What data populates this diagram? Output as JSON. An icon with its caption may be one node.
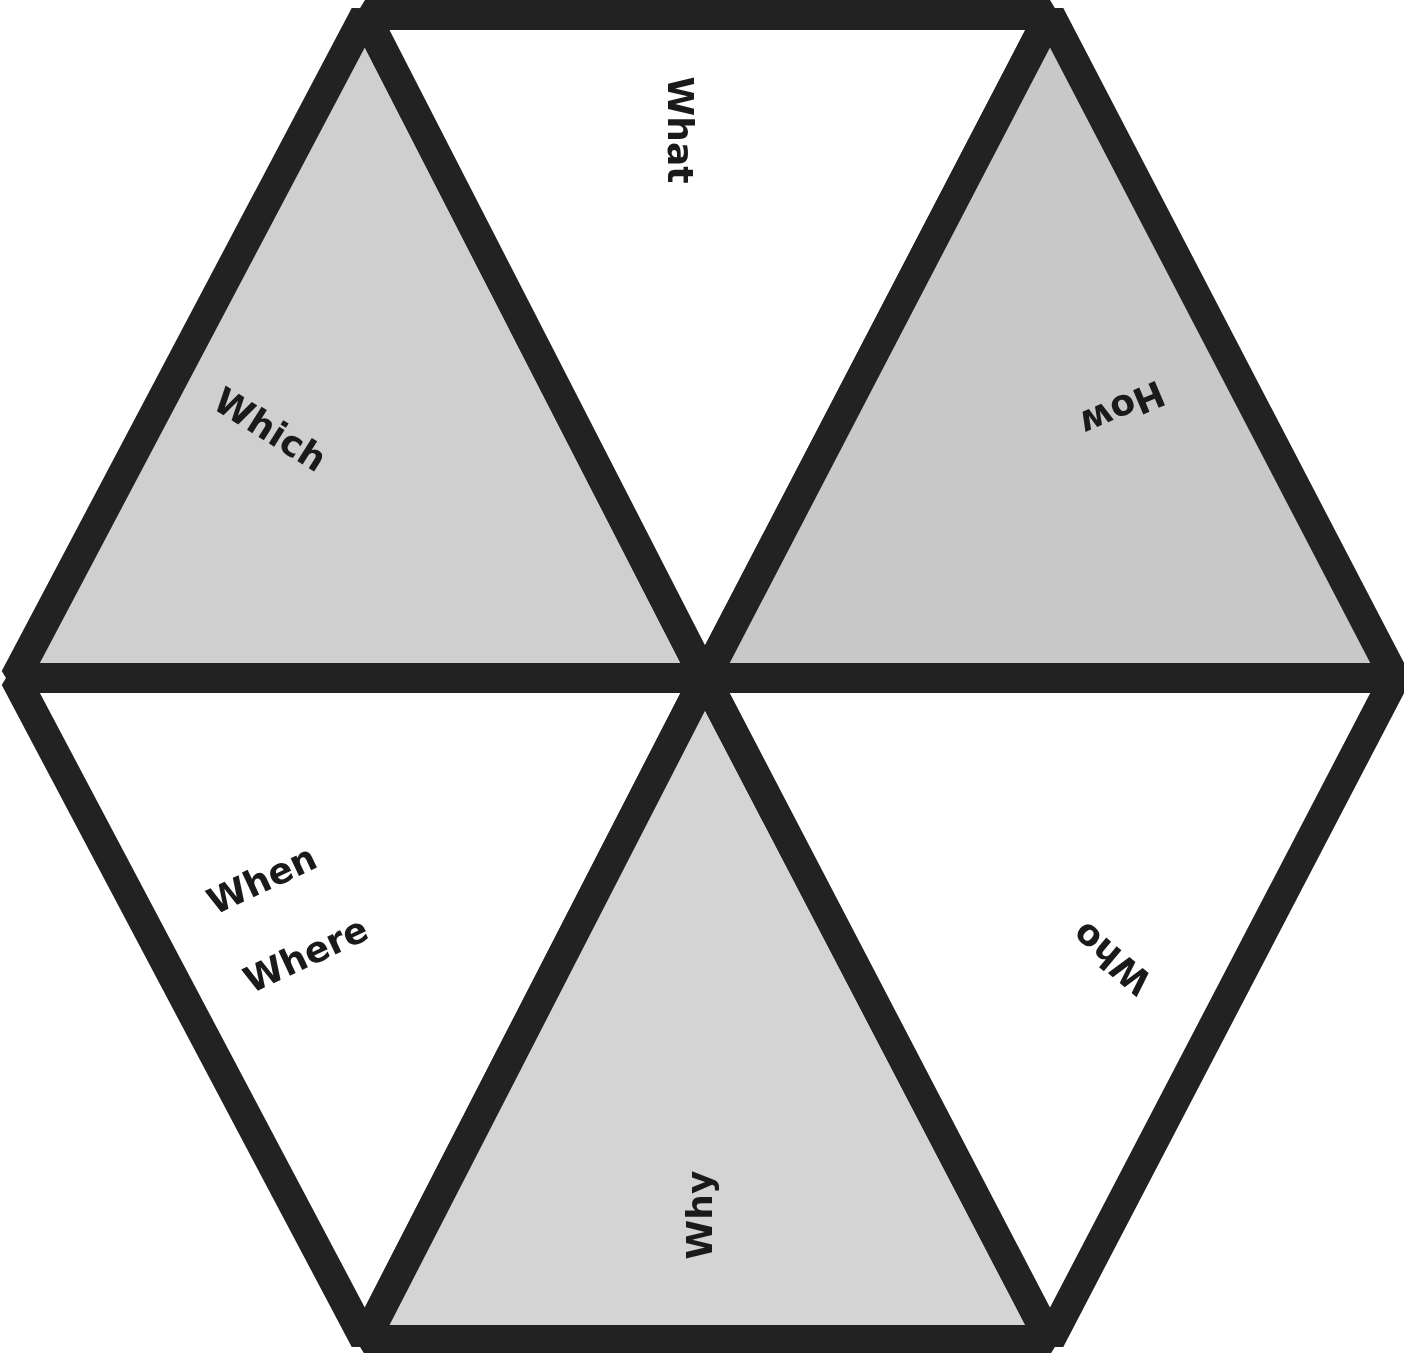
{
  "diagram": {
    "nodes": [
      {
        "text": [
          "Which"
        ]
      },
      {
        "text": [
          "What"
        ]
      },
      {
        "text": [
          "How"
        ]
      },
      {
        "text": [
          "When",
          "Where"
        ]
      },
      {
        "text": [
          "Why"
        ]
      },
      {
        "text": [
          "Who"
        ]
      }
    ],
    "edges": []
  }
}
